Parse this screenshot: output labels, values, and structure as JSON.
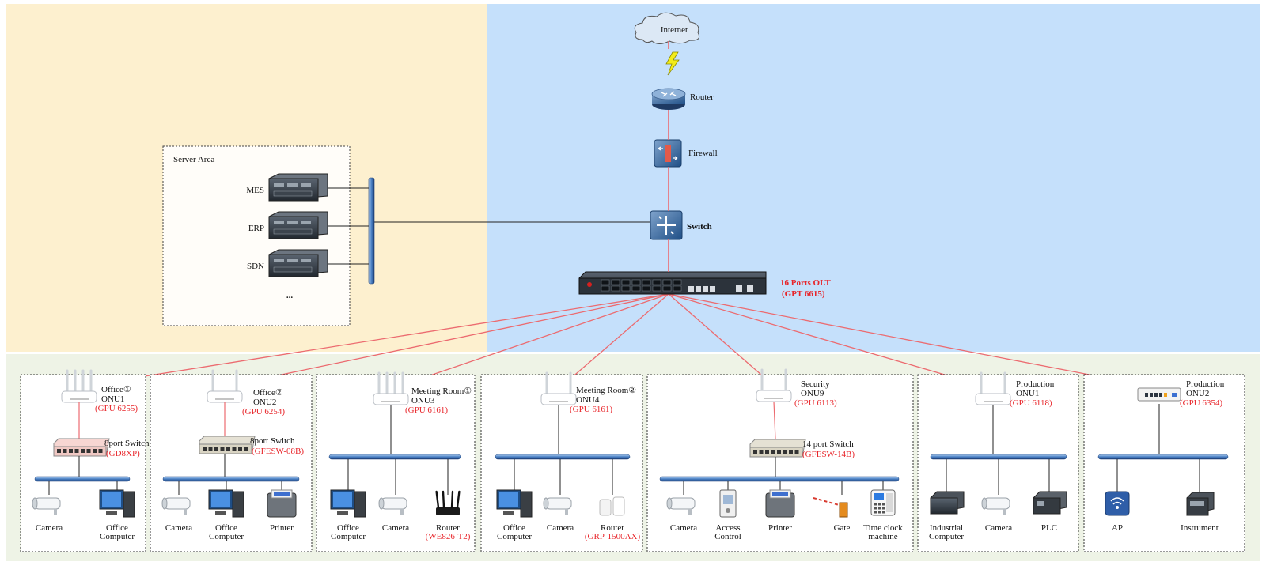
{
  "colors": {
    "left_bg": "#fdf0cf",
    "right_bg": "#c5e0fb",
    "bottom_bg": "#eef3e6",
    "fiber": "#ec6b70",
    "red_text": "#e8252a"
  },
  "core": {
    "internet": "Internet",
    "router": "Router",
    "firewall": "Firewall",
    "switch": "Switch",
    "olt_title": "16 Ports OLT",
    "olt_model": "(GPT 6615)"
  },
  "server_area": {
    "title": "Server Area",
    "servers": [
      "MES",
      "ERP",
      "SDN"
    ],
    "more": "..."
  },
  "zones": [
    {
      "title_lines": [
        "Office①",
        "ONU1"
      ],
      "model": "(GPU 6255)",
      "switch_lines": [
        "8port Switch"
      ],
      "switch_model": "(GD8XP)",
      "devices": [
        {
          "icon": "camera",
          "label": [
            "Camera"
          ]
        },
        {
          "icon": "pc",
          "label": [
            "Office",
            "Computer"
          ]
        }
      ]
    },
    {
      "title_lines": [
        "Office②",
        "ONU2"
      ],
      "model": "(GPU 6254)",
      "switch_lines": [
        "8port Switch"
      ],
      "switch_model": "(GFESW-08B)",
      "devices": [
        {
          "icon": "camera",
          "label": [
            "Camera"
          ]
        },
        {
          "icon": "pc",
          "label": [
            "Office",
            "Computer"
          ]
        },
        {
          "icon": "printer",
          "label": [
            "Printer"
          ]
        }
      ]
    },
    {
      "title_lines": [
        "Meeting Room①",
        "ONU3"
      ],
      "model": "(GPU 6161)",
      "devices": [
        {
          "icon": "pc",
          "label": [
            "Office",
            "Computer"
          ]
        },
        {
          "icon": "camera",
          "label": [
            "Camera"
          ]
        },
        {
          "icon": "router4g",
          "label": [
            "Router"
          ],
          "model": "(WE826-T2)"
        }
      ]
    },
    {
      "title_lines": [
        "Meeting Room②",
        "ONU4"
      ],
      "model": "(GPU 6161)",
      "devices": [
        {
          "icon": "pc",
          "label": [
            "Office",
            "Computer"
          ]
        },
        {
          "icon": "camera",
          "label": [
            "Camera"
          ]
        },
        {
          "icon": "mesh",
          "label": [
            "Router"
          ],
          "model": "(GRP-1500AX)"
        }
      ]
    },
    {
      "title_lines": [
        "Security",
        "ONU9"
      ],
      "model": "(GPU 6113)",
      "switch_lines": [
        "14 port Switch"
      ],
      "switch_model": "(GFESW-14B)",
      "devices": [
        {
          "icon": "camera",
          "label": [
            "Camera"
          ]
        },
        {
          "icon": "access",
          "label": [
            "Access",
            "Control"
          ]
        },
        {
          "icon": "printer",
          "label": [
            "Printer"
          ]
        },
        {
          "icon": "gate",
          "label": [
            "Gate"
          ]
        },
        {
          "icon": "timeclock",
          "label": [
            "Time clock",
            "machine"
          ]
        }
      ]
    },
    {
      "title_lines": [
        "Production",
        "ONU1"
      ],
      "model": "(GPU 6118)",
      "devices": [
        {
          "icon": "industrial",
          "label": [
            "Industrial",
            "Computer"
          ]
        },
        {
          "icon": "camera",
          "label": [
            "Camera"
          ]
        },
        {
          "icon": "plc",
          "label": [
            "PLC"
          ]
        }
      ]
    },
    {
      "title_lines": [
        "Production",
        "ONU2"
      ],
      "model": "(GPU 6354)",
      "devices": [
        {
          "icon": "ap",
          "label": [
            "AP"
          ]
        },
        {
          "icon": "instrument",
          "label": [
            "Instrument"
          ]
        }
      ]
    }
  ]
}
